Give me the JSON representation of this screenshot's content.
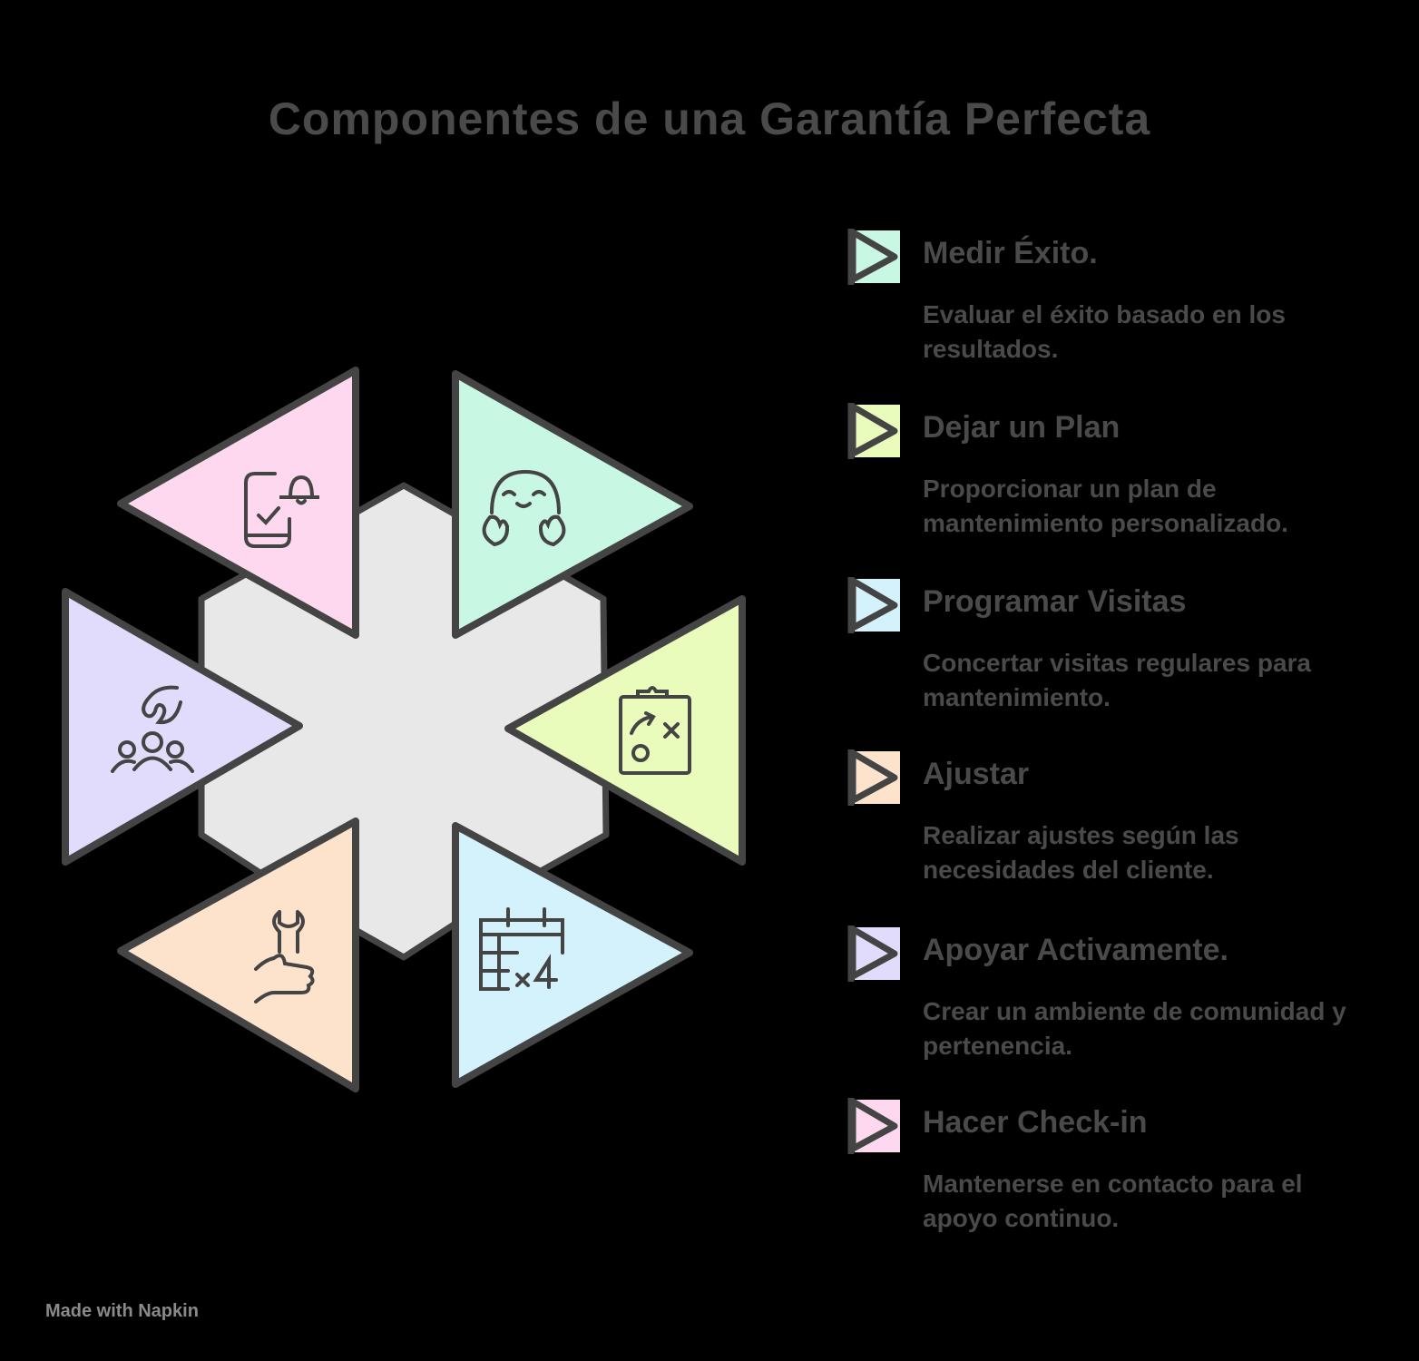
{
  "title": "Componentes de una Garantía Perfecta",
  "center": {
    "fill": "#e8e8e8",
    "stroke": "#444444"
  },
  "segments": [
    {
      "id": "top-left",
      "icon": "phone-bell-check-icon",
      "color": "#fdd8ee"
    },
    {
      "id": "top-right",
      "icon": "happy-face-icon",
      "color": "#c8f7e4"
    },
    {
      "id": "right",
      "icon": "strategy-clipboard-icon",
      "color": "#eafcbc"
    },
    {
      "id": "bottom-right",
      "icon": "calendar-x4-icon",
      "color": "#d3f2fc"
    },
    {
      "id": "bottom-left",
      "icon": "wrench-thumbs-up-icon",
      "color": "#fde2cc"
    },
    {
      "id": "left",
      "icon": "hand-group-icon",
      "color": "#e2dcfc"
    }
  ],
  "legend": [
    {
      "title": "Medir Éxito.",
      "desc": "Evaluar el éxito basado en los resultados.",
      "color": "#c8f7e4"
    },
    {
      "title": "Dejar un Plan",
      "desc": "Proporcionar un plan de mantenimiento personalizado.",
      "color": "#eafcbc"
    },
    {
      "title": "Programar Visitas",
      "desc": "Concertar visitas regulares para mantenimiento.",
      "color": "#d3f2fc"
    },
    {
      "title": "Ajustar",
      "desc": "Realizar ajustes según las necesidades del cliente.",
      "color": "#fde2cc"
    },
    {
      "title": "Apoyar Activamente.",
      "desc": "Crear un ambiente de comunidad y pertenencia.",
      "color": "#e2dcfc"
    },
    {
      "title": "Hacer Check-in",
      "desc": "Mantenerse en contacto para el apoyo continuo.",
      "color": "#fdd8ee"
    }
  ],
  "footer": "Made with Napkin"
}
